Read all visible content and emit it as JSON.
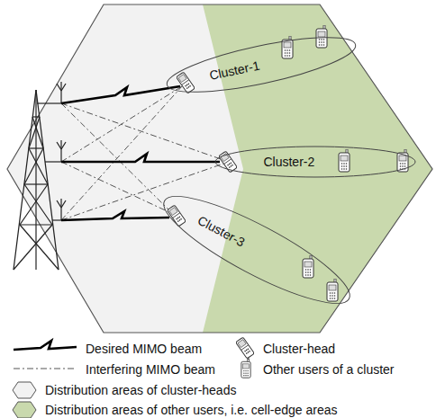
{
  "diagram": {
    "nodes": [
      {
        "text": [
          "Cluster-1"
        ]
      },
      {
        "text": [
          "Cluster-2"
        ]
      },
      {
        "text": [
          "Cluster-3"
        ]
      }
    ],
    "legend": [
      {
        "text": "Desired MIMO beam"
      },
      {
        "text": "Cluster-head"
      },
      {
        "text": "Interfering MIMO beam"
      },
      {
        "text": "Other users of a cluster"
      },
      {
        "text": "Distribution areas of cluster-heads",
        "color": "#f2f2f2"
      },
      {
        "text": "Distribution areas of other users, i.e. cell-edge areas",
        "color": "#c9d9ad"
      }
    ]
  }
}
